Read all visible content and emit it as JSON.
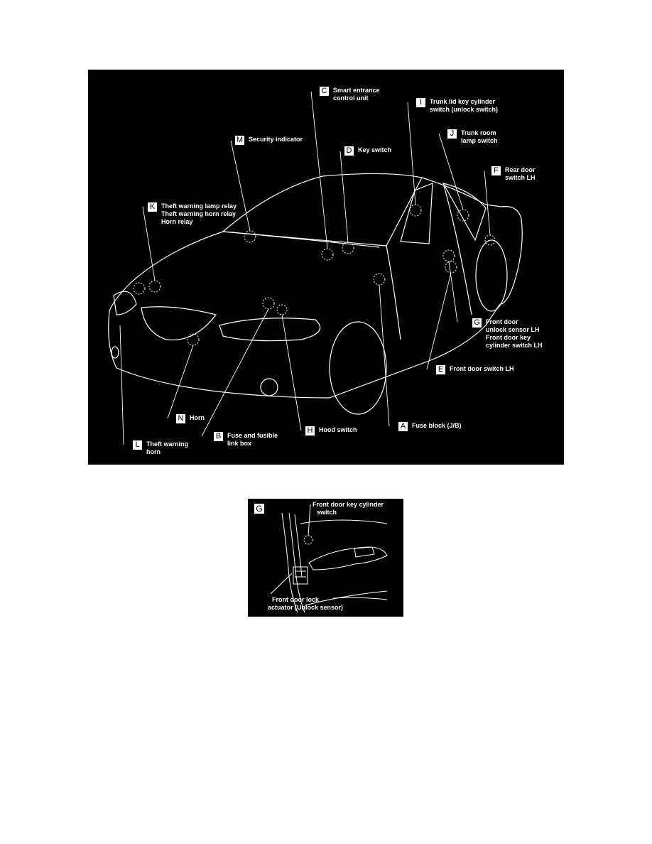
{
  "main_diagram": {
    "callouts": [
      {
        "letter": "C",
        "lines": [
          "Smart entrance",
          "control unit"
        ]
      },
      {
        "letter": "I",
        "lines": [
          "Trunk lid key cylinder",
          "switch (unlock switch)"
        ]
      },
      {
        "letter": "J",
        "lines": [
          "Trunk room",
          "lamp switch"
        ]
      },
      {
        "letter": "M",
        "lines": [
          "Security indicator"
        ]
      },
      {
        "letter": "D",
        "lines": [
          "Key switch"
        ]
      },
      {
        "letter": "F",
        "lines": [
          "Rear door",
          "switch LH"
        ]
      },
      {
        "letter": "K",
        "lines": [
          "Theft warning lamp relay",
          "Theft warning horn relay",
          "Horn relay"
        ]
      },
      {
        "letter": "G",
        "lines": [
          "Front door",
          "unlock sensor LH",
          "Front door key",
          "cylinder switch LH"
        ]
      },
      {
        "letter": "E",
        "lines": [
          "Front door switch LH"
        ]
      },
      {
        "letter": "N",
        "lines": [
          "Horn"
        ]
      },
      {
        "letter": "A",
        "lines": [
          "Fuse block (J/B)"
        ]
      },
      {
        "letter": "H",
        "lines": [
          "Hood switch"
        ]
      },
      {
        "letter": "B",
        "lines": [
          "Fuse and fusible",
          "link box"
        ]
      },
      {
        "letter": "L",
        "lines": [
          "Theft warning",
          "horn"
        ]
      }
    ]
  },
  "detail_diagram": {
    "letter": "G",
    "top_label": [
      "Front door key cylinder",
      "switch"
    ],
    "bottom_label": [
      "Front door lock",
      "actuator (Unlock sensor)"
    ]
  }
}
